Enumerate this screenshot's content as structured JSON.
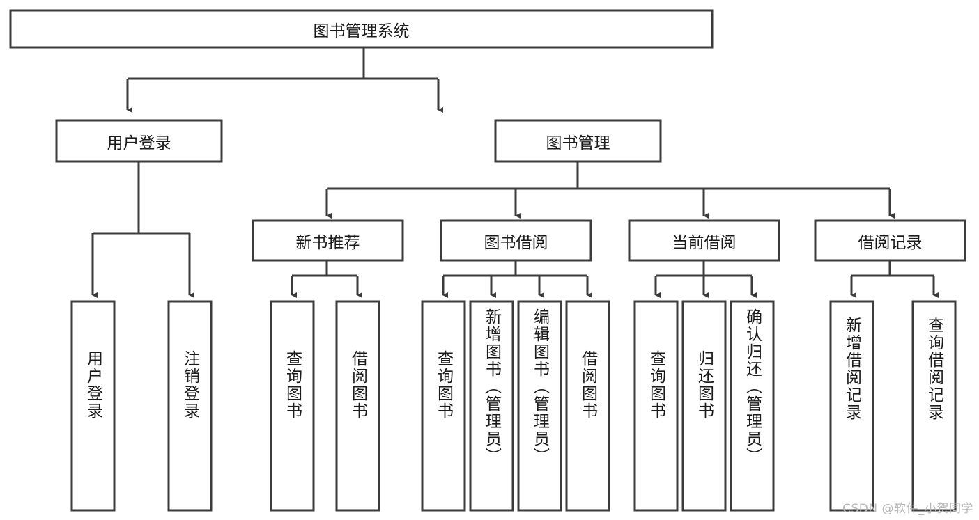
{
  "diagram": {
    "title": "图书管理系统",
    "type": "tree-hierarchy-chart",
    "root": {
      "id": "root",
      "label": "图书管理系统"
    },
    "level1": [
      {
        "id": "user-login",
        "label": "用户登录"
      },
      {
        "id": "book-manage",
        "label": "图书管理"
      }
    ],
    "level2": [
      {
        "id": "new-book-rec",
        "label": "新书推荐",
        "parent": "book-manage"
      },
      {
        "id": "book-borrow",
        "label": "图书借阅",
        "parent": "book-manage"
      },
      {
        "id": "current-borrow",
        "label": "当前借阅",
        "parent": "book-manage"
      },
      {
        "id": "borrow-record",
        "label": "借阅记录",
        "parent": "book-manage"
      }
    ],
    "leaves": [
      {
        "id": "leaf-user-login",
        "label": "用户登录",
        "parent": "user-login"
      },
      {
        "id": "leaf-user-logout",
        "label": "注销登录",
        "parent": "user-login"
      },
      {
        "id": "leaf-query-book-1",
        "label": "查询图书",
        "parent": "new-book-rec"
      },
      {
        "id": "leaf-borrow-book-1",
        "label": "借阅图书",
        "parent": "new-book-rec"
      },
      {
        "id": "leaf-query-book-2",
        "label": "查询图书",
        "parent": "book-borrow"
      },
      {
        "id": "leaf-add-book",
        "label": "新增图书（管理员）",
        "parent": "book-borrow"
      },
      {
        "id": "leaf-edit-book",
        "label": "编辑图书（管理员）",
        "parent": "book-borrow"
      },
      {
        "id": "leaf-borrow-book-2",
        "label": "借阅图书",
        "parent": "book-borrow"
      },
      {
        "id": "leaf-query-book-3",
        "label": "查询图书",
        "parent": "current-borrow"
      },
      {
        "id": "leaf-return-book",
        "label": "归还图书",
        "parent": "current-borrow"
      },
      {
        "id": "leaf-confirm-return",
        "label": "确认归还（管理员）",
        "parent": "current-borrow"
      },
      {
        "id": "leaf-add-record",
        "label": "新增借阅记录",
        "parent": "borrow-record"
      },
      {
        "id": "leaf-query-record",
        "label": "查询借阅记录",
        "parent": "borrow-record"
      }
    ]
  },
  "colors": {
    "stroke": "#3c3c3c",
    "fill": "#ffffff",
    "text": "#1b1b1b",
    "watermark": "#b9b9b9"
  },
  "watermark": {
    "text": "CSDN @软件_小贺同学"
  }
}
